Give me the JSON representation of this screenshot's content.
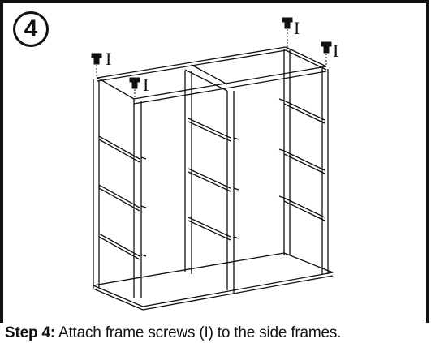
{
  "step": {
    "number": "4",
    "label": "Step 4:",
    "instruction": "Attach frame screws (I) to the side frames."
  },
  "screws": {
    "part_letter": "I",
    "count": 4
  },
  "colors": {
    "line": "#111111",
    "border": "#111111",
    "background": "#ffffff"
  }
}
